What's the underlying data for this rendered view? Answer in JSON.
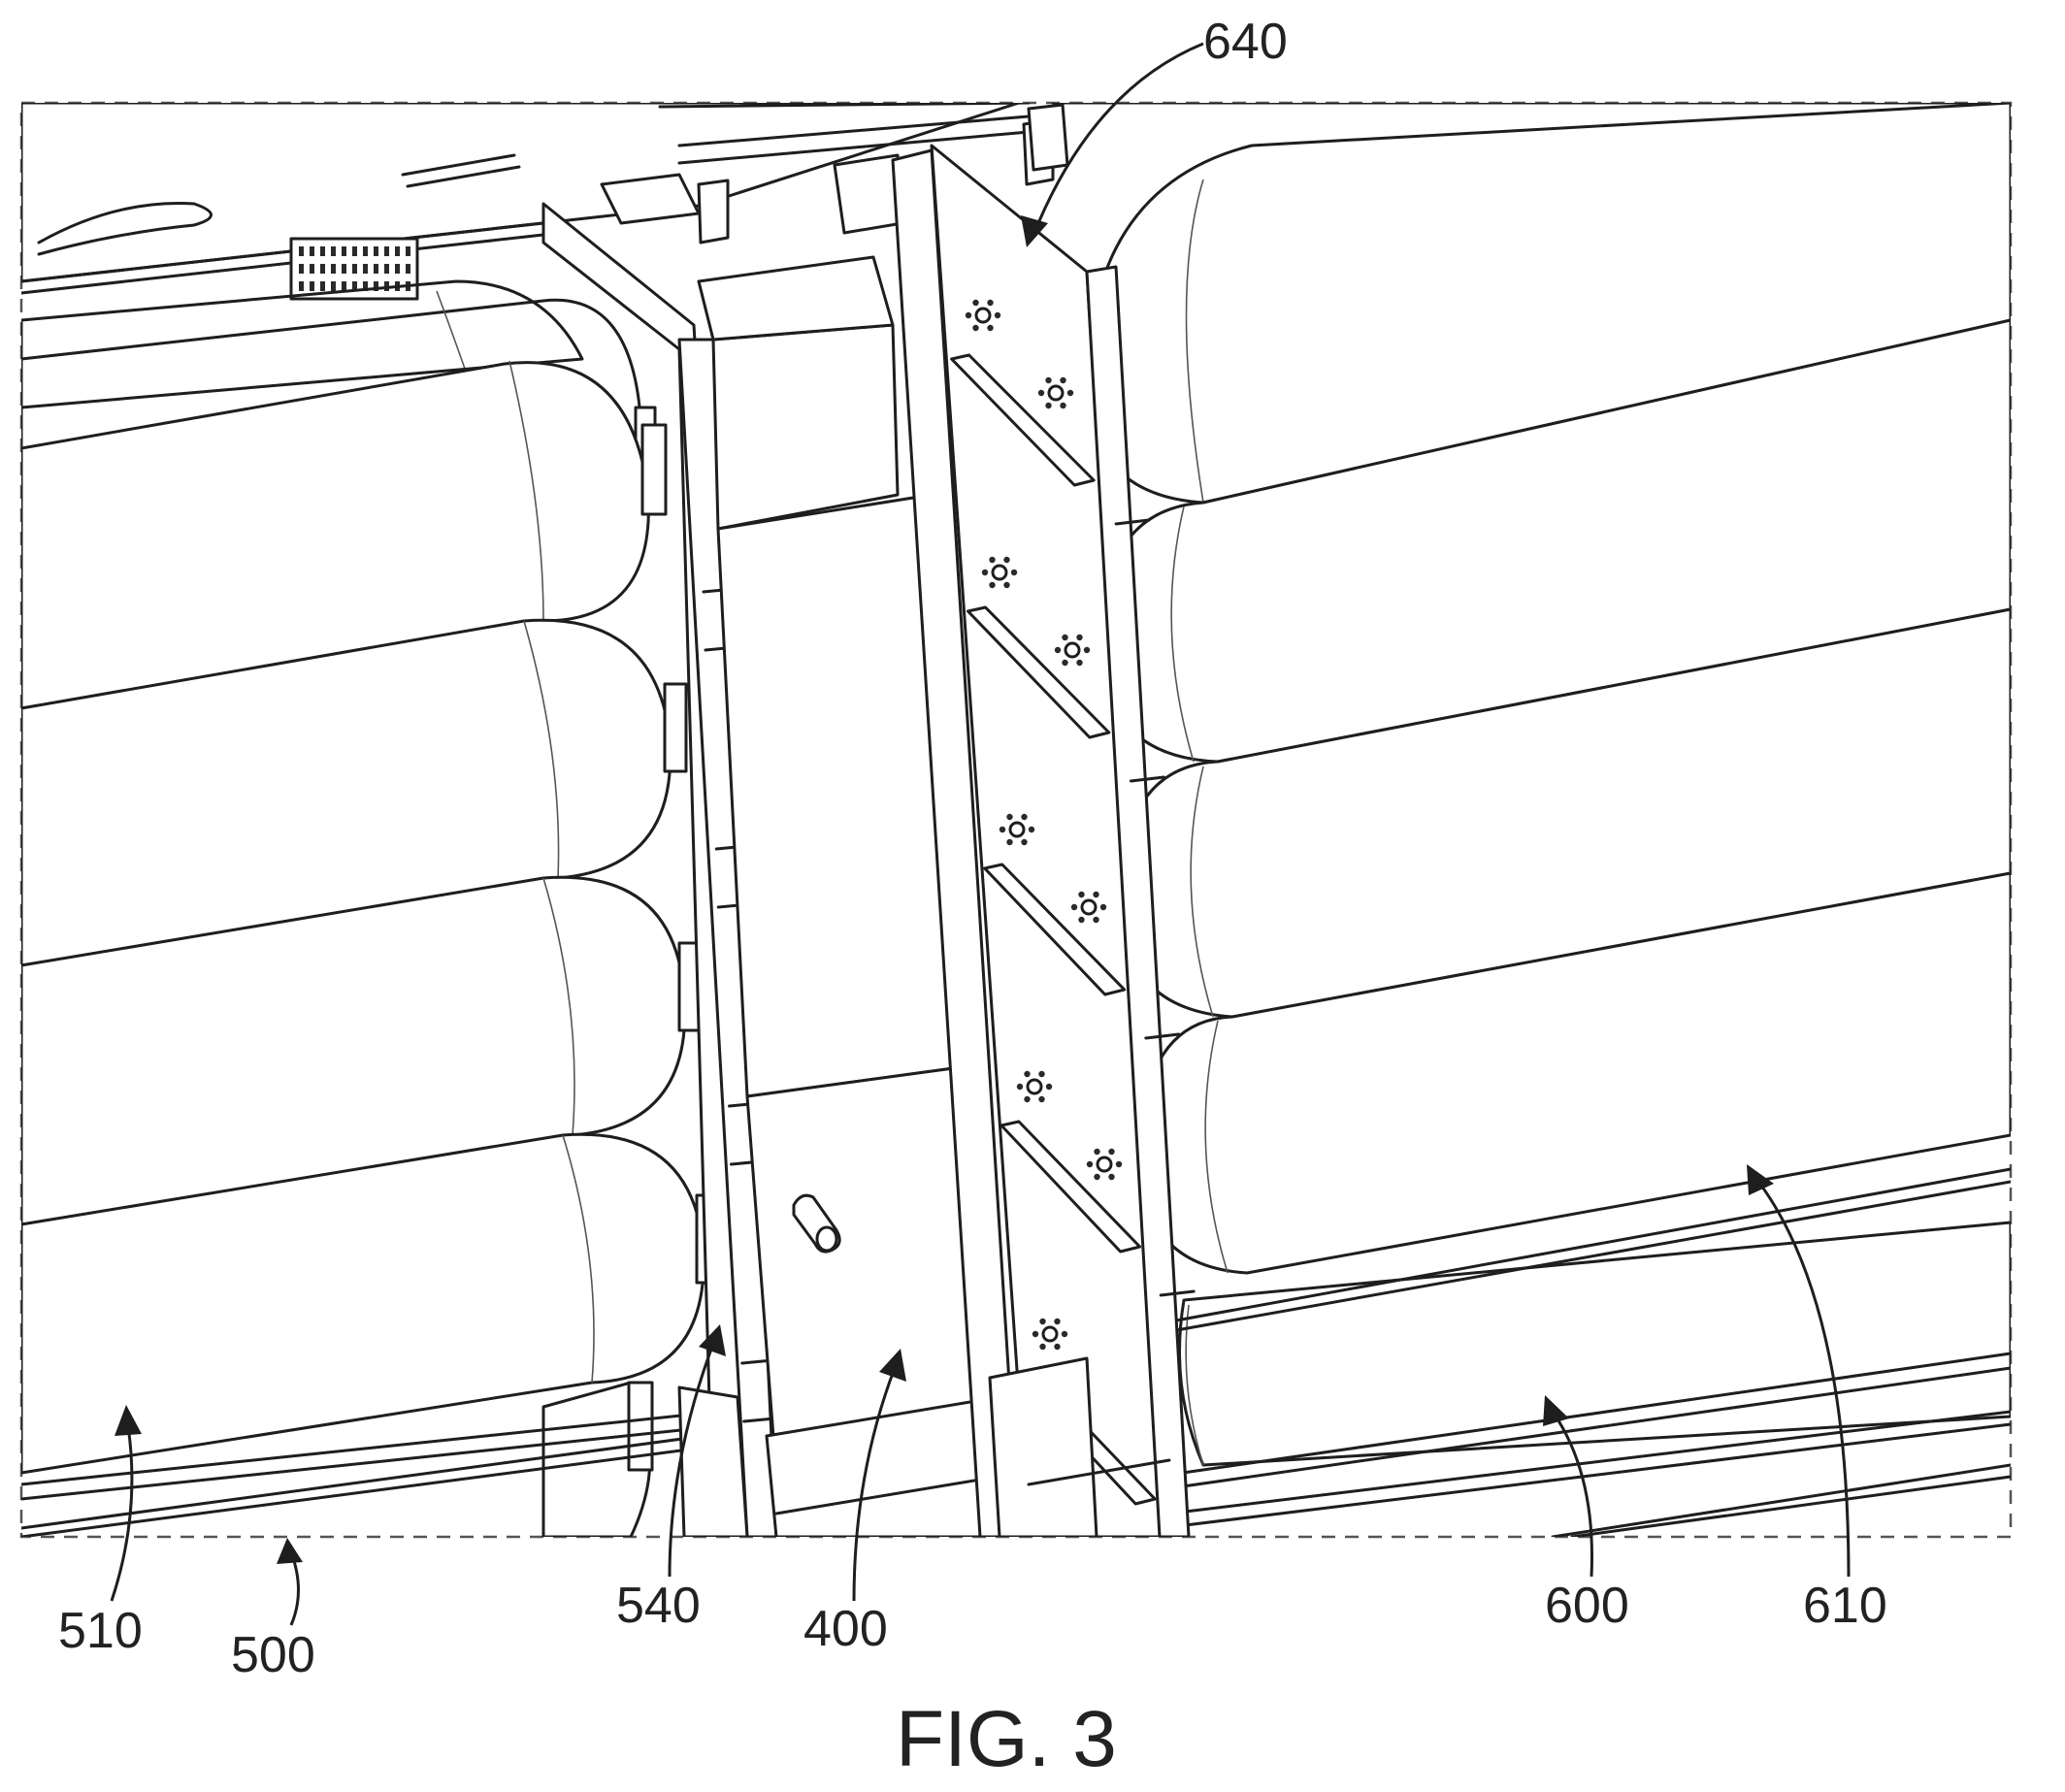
{
  "figure": {
    "caption": "FIG. 3",
    "labels": {
      "l640": "640",
      "l510": "510",
      "l500": "500",
      "l540": "540",
      "l400": "400",
      "l600": "600",
      "l610": "610"
    }
  },
  "colors": {
    "ink": "#1e1e1e",
    "paper": "#ffffff",
    "frame": "#555555"
  }
}
